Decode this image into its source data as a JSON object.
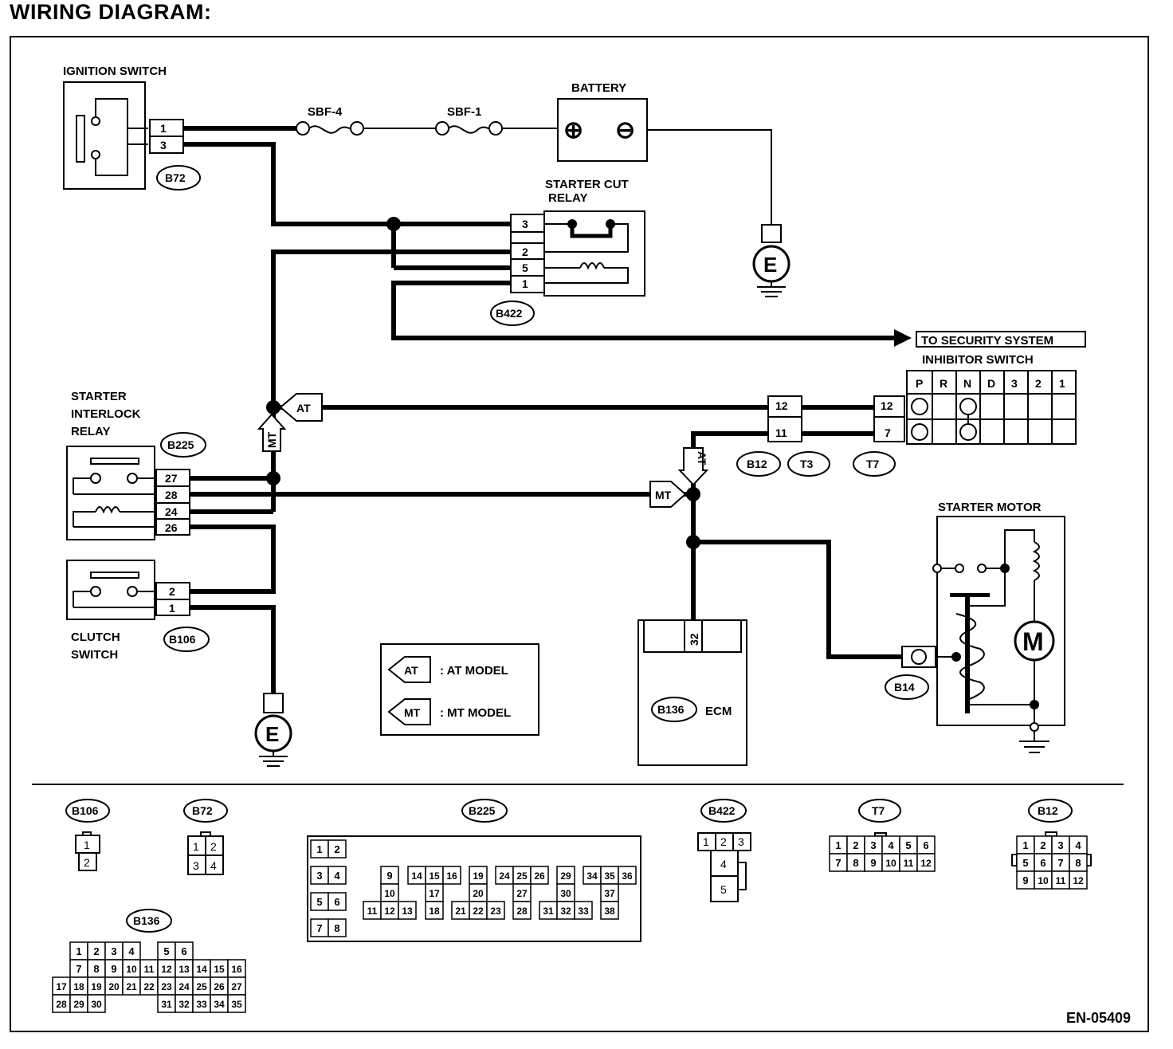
{
  "title": "WIRING DIAGRAM:",
  "doc_code": "EN-05409",
  "components": {
    "ignition_switch": "IGNITION SWITCH",
    "battery": "BATTERY",
    "starter_cut_relay_1": "STARTER CUT",
    "starter_cut_relay_2": "RELAY",
    "inhibitor_switch": "INHIBITOR SWITCH",
    "to_security": "TO SECURITY SYSTEM",
    "starter_interlock_1": "STARTER",
    "starter_interlock_2": "INTERLOCK",
    "starter_interlock_3": "RELAY",
    "clutch_switch_1": "CLUTCH",
    "clutch_switch_2": "SWITCH",
    "starter_motor": "STARTER MOTOR",
    "ecm": "ECM",
    "fuse_sbf4": "SBF-4",
    "fuse_sbf1": "SBF-1",
    "ground_symbol": "E",
    "motor_symbol": "M",
    "battery_plus": "⊕",
    "battery_minus": "⊖"
  },
  "connector_tags": {
    "b72": "B72",
    "b422": "B422",
    "b225": "B225",
    "b106": "B106",
    "b12": "B12",
    "t3": "T3",
    "t7": "T7",
    "b14": "B14",
    "b136": "B136"
  },
  "pins": {
    "b72": [
      "1",
      "3"
    ],
    "b422": [
      "3",
      "2",
      "5",
      "1"
    ],
    "b225": [
      "27",
      "28",
      "24",
      "26"
    ],
    "b106": [
      "2",
      "1"
    ],
    "t3": [
      "12",
      "11"
    ],
    "t7": [
      "12",
      "7"
    ],
    "ecm": "32"
  },
  "inhibitor_positions": [
    "P",
    "R",
    "N",
    "D",
    "3",
    "2",
    "1"
  ],
  "model_tags": {
    "at": "AT",
    "mt": "MT"
  },
  "legend": {
    "at_label": ": AT MODEL",
    "mt_label": ": MT MODEL"
  },
  "connector_views": {
    "b106": {
      "name": "B106",
      "rows": [
        [
          "1"
        ],
        [
          "2"
        ]
      ]
    },
    "b72": {
      "name": "B72",
      "rows": [
        [
          "1",
          "2"
        ],
        [
          "3",
          "4"
        ]
      ]
    },
    "b225": {
      "name": "B225",
      "blocks": [
        [
          "1",
          "2"
        ],
        [
          "3",
          "4"
        ],
        [
          "5",
          "6"
        ],
        [
          "7",
          "8"
        ]
      ],
      "top": [
        "9",
        "14",
        "15",
        "16",
        "19",
        "24",
        "25",
        "26",
        "29",
        "34",
        "35",
        "36"
      ],
      "mid": [
        "10",
        "17",
        "20",
        "27",
        "30",
        "37"
      ],
      "bot": [
        "11",
        "12",
        "13",
        "18",
        "21",
        "22",
        "23",
        "28",
        "31",
        "32",
        "33",
        "38"
      ]
    },
    "b422": {
      "name": "B422",
      "rows": [
        [
          "1",
          "2",
          "3"
        ],
        [
          "4"
        ],
        [
          "5"
        ]
      ]
    },
    "t7": {
      "name": "T7",
      "rows": [
        [
          "1",
          "2",
          "3",
          "4",
          "5",
          "6"
        ],
        [
          "7",
          "8",
          "9",
          "10",
          "11",
          "12"
        ]
      ]
    },
    "b12": {
      "name": "B12",
      "rows": [
        [
          "1",
          "2",
          "3",
          "4"
        ],
        [
          "5",
          "6",
          "7",
          "8"
        ],
        [
          "9",
          "10",
          "11",
          "12"
        ]
      ]
    },
    "b136": {
      "name": "B136",
      "rows": [
        [
          "1",
          "2",
          "3",
          "4",
          "5",
          "6"
        ],
        [
          "7",
          "8",
          "9",
          "10",
          "11",
          "12",
          "13",
          "14",
          "15",
          "16"
        ],
        [
          "17",
          "18",
          "19",
          "20",
          "21",
          "22",
          "23",
          "24",
          "25",
          "26",
          "27"
        ],
        [
          "28",
          "29",
          "30",
          "31",
          "32",
          "33",
          "34",
          "35"
        ]
      ]
    }
  }
}
